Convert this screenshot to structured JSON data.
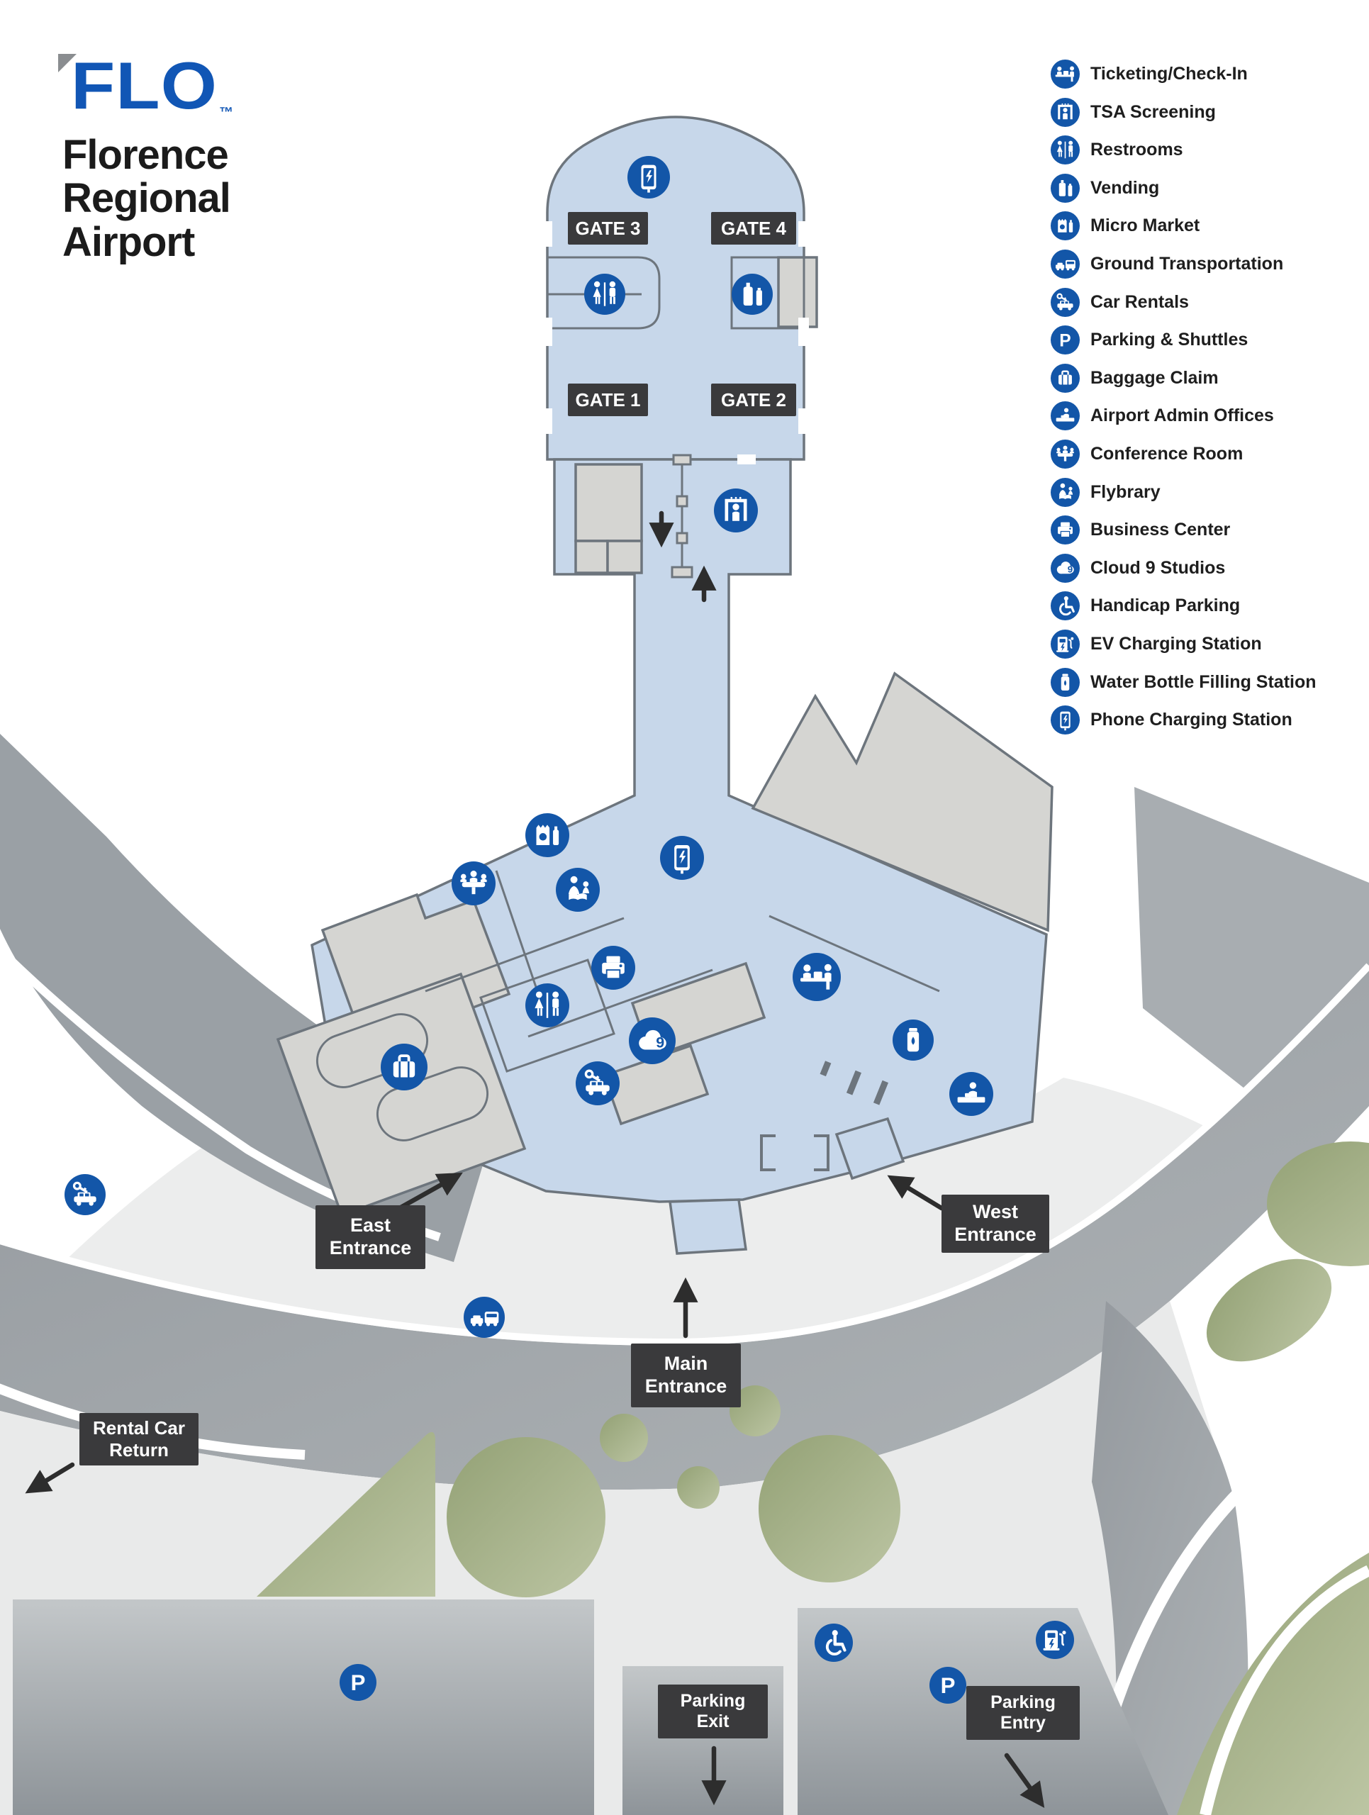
{
  "brand": {
    "logo": "FLO",
    "trademark": "™",
    "name_lines": [
      "Florence",
      "Regional",
      "Airport"
    ]
  },
  "legend": {
    "items": [
      {
        "icon": "ticketing-check-in-icon",
        "label": "Ticketing/Check-In"
      },
      {
        "icon": "tsa-screening-icon",
        "label": "TSA Screening"
      },
      {
        "icon": "restrooms-icon",
        "label": "Restrooms"
      },
      {
        "icon": "vending-icon",
        "label": "Vending"
      },
      {
        "icon": "micro-market-icon",
        "label": "Micro Market"
      },
      {
        "icon": "ground-transportation-icon",
        "label": "Ground Transportation"
      },
      {
        "icon": "car-rentals-icon",
        "label": "Car Rentals"
      },
      {
        "icon": "parking-shuttles-icon",
        "label": "Parking & Shuttles"
      },
      {
        "icon": "baggage-claim-icon",
        "label": "Baggage Claim"
      },
      {
        "icon": "airport-admin-offices-icon",
        "label": "Airport Admin Offices"
      },
      {
        "icon": "conference-room-icon",
        "label": "Conference Room"
      },
      {
        "icon": "flybrary-icon",
        "label": "Flybrary"
      },
      {
        "icon": "business-center-icon",
        "label": "Business Center"
      },
      {
        "icon": "cloud-9-studios-icon",
        "label": "Cloud 9 Studios"
      },
      {
        "icon": "handicap-parking-icon",
        "label": "Handicap Parking"
      },
      {
        "icon": "ev-charging-station-icon",
        "label": "EV Charging Station"
      },
      {
        "icon": "water-bottle-filling-station-icon",
        "label": "Water Bottle Filling Station"
      },
      {
        "icon": "phone-charging-station-icon",
        "label": "Phone Charging Station"
      }
    ]
  },
  "map": {
    "gates": {
      "gate1": "GATE 1",
      "gate2": "GATE 2",
      "gate3": "GATE 3",
      "gate4": "GATE 4"
    },
    "entrances": {
      "east": "East Entrance",
      "main": "Main Entrance",
      "west": "West Entrance"
    },
    "roads": {
      "rental_car_return": "Rental Car Return",
      "parking_exit": "Parking Exit",
      "parking_entry": "Parking Entry"
    },
    "facility_icons_on_map": [
      "phone-charging-station",
      "restrooms",
      "vending",
      "tsa-screening",
      "micro-market",
      "conference-room",
      "flybrary",
      "phone-charging-station",
      "business-center",
      "restrooms",
      "cloud-9-studios",
      "car-rentals",
      "baggage-claim",
      "ticketing-check-in",
      "water-bottle-filling-station",
      "airport-admin-offices",
      "ground-transportation",
      "car-rentals",
      "parking",
      "handicap-parking",
      "parking",
      "ev-charging-station"
    ]
  },
  "colors": {
    "icon_blue": "#1356a8",
    "terminal_fill": "#c7d7ea",
    "terminal_stroke": "#6d757d",
    "room_gray": "#d5d5d2",
    "road_gray": "#9da3a7",
    "apron_gray": "#eceded",
    "label_bg": "#3a3a3c",
    "landscape_green": "#9aa87c",
    "logo_blue": "#1156b5"
  }
}
